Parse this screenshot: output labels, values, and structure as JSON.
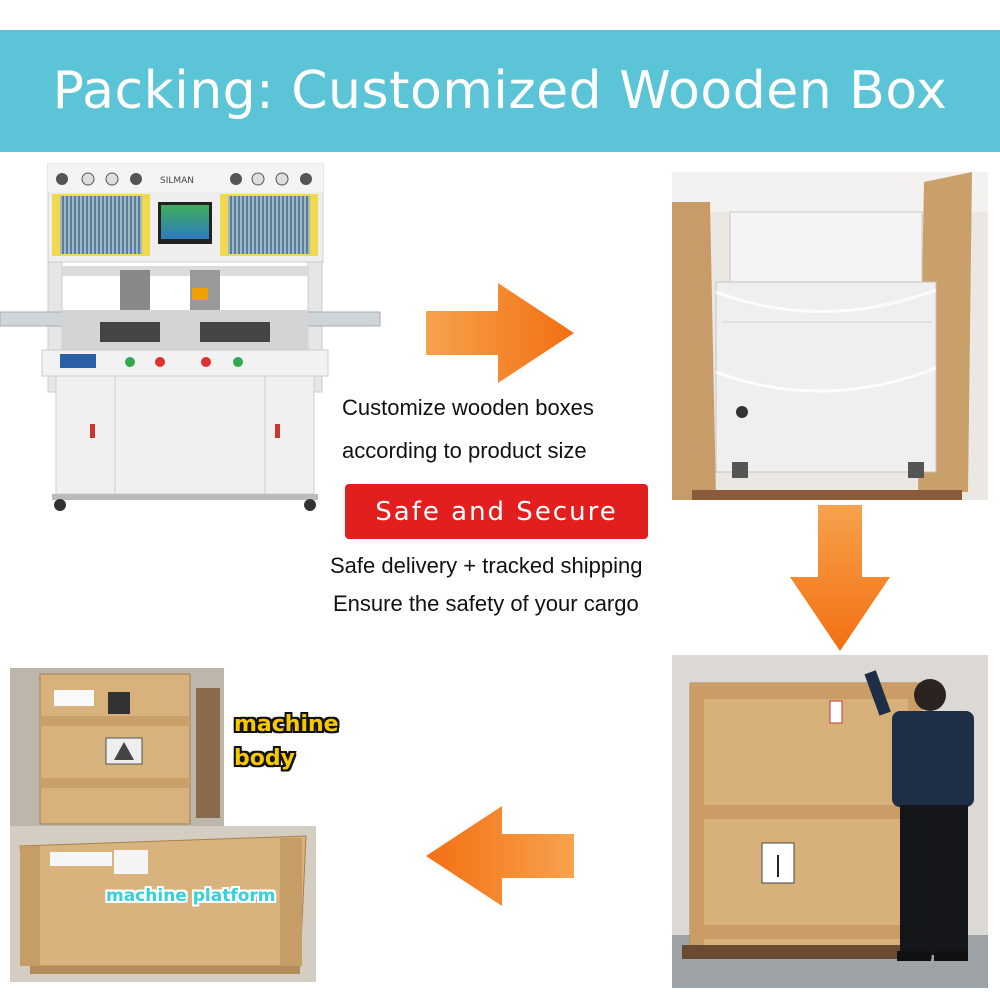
{
  "header": {
    "title": "Packing: Customized Wooden Box",
    "background_color": "#5bc4d6"
  },
  "machine": {
    "brand_label": "SILMAN"
  },
  "description": {
    "line1": "Customize wooden boxes",
    "line2": "according to product size",
    "badge": "Safe and Secure",
    "line3": "Safe delivery + tracked shipping",
    "line4": "Ensure the safety of your cargo",
    "badge_color": "#e31e1e"
  },
  "labels": {
    "body_line1": "machine",
    "body_line2": "body",
    "platform": "machine platform"
  },
  "icons": {
    "arrow_right": "arrow-right-icon",
    "arrow_down": "arrow-down-icon",
    "arrow_left": "arrow-left-icon",
    "color": "#f5821f"
  }
}
